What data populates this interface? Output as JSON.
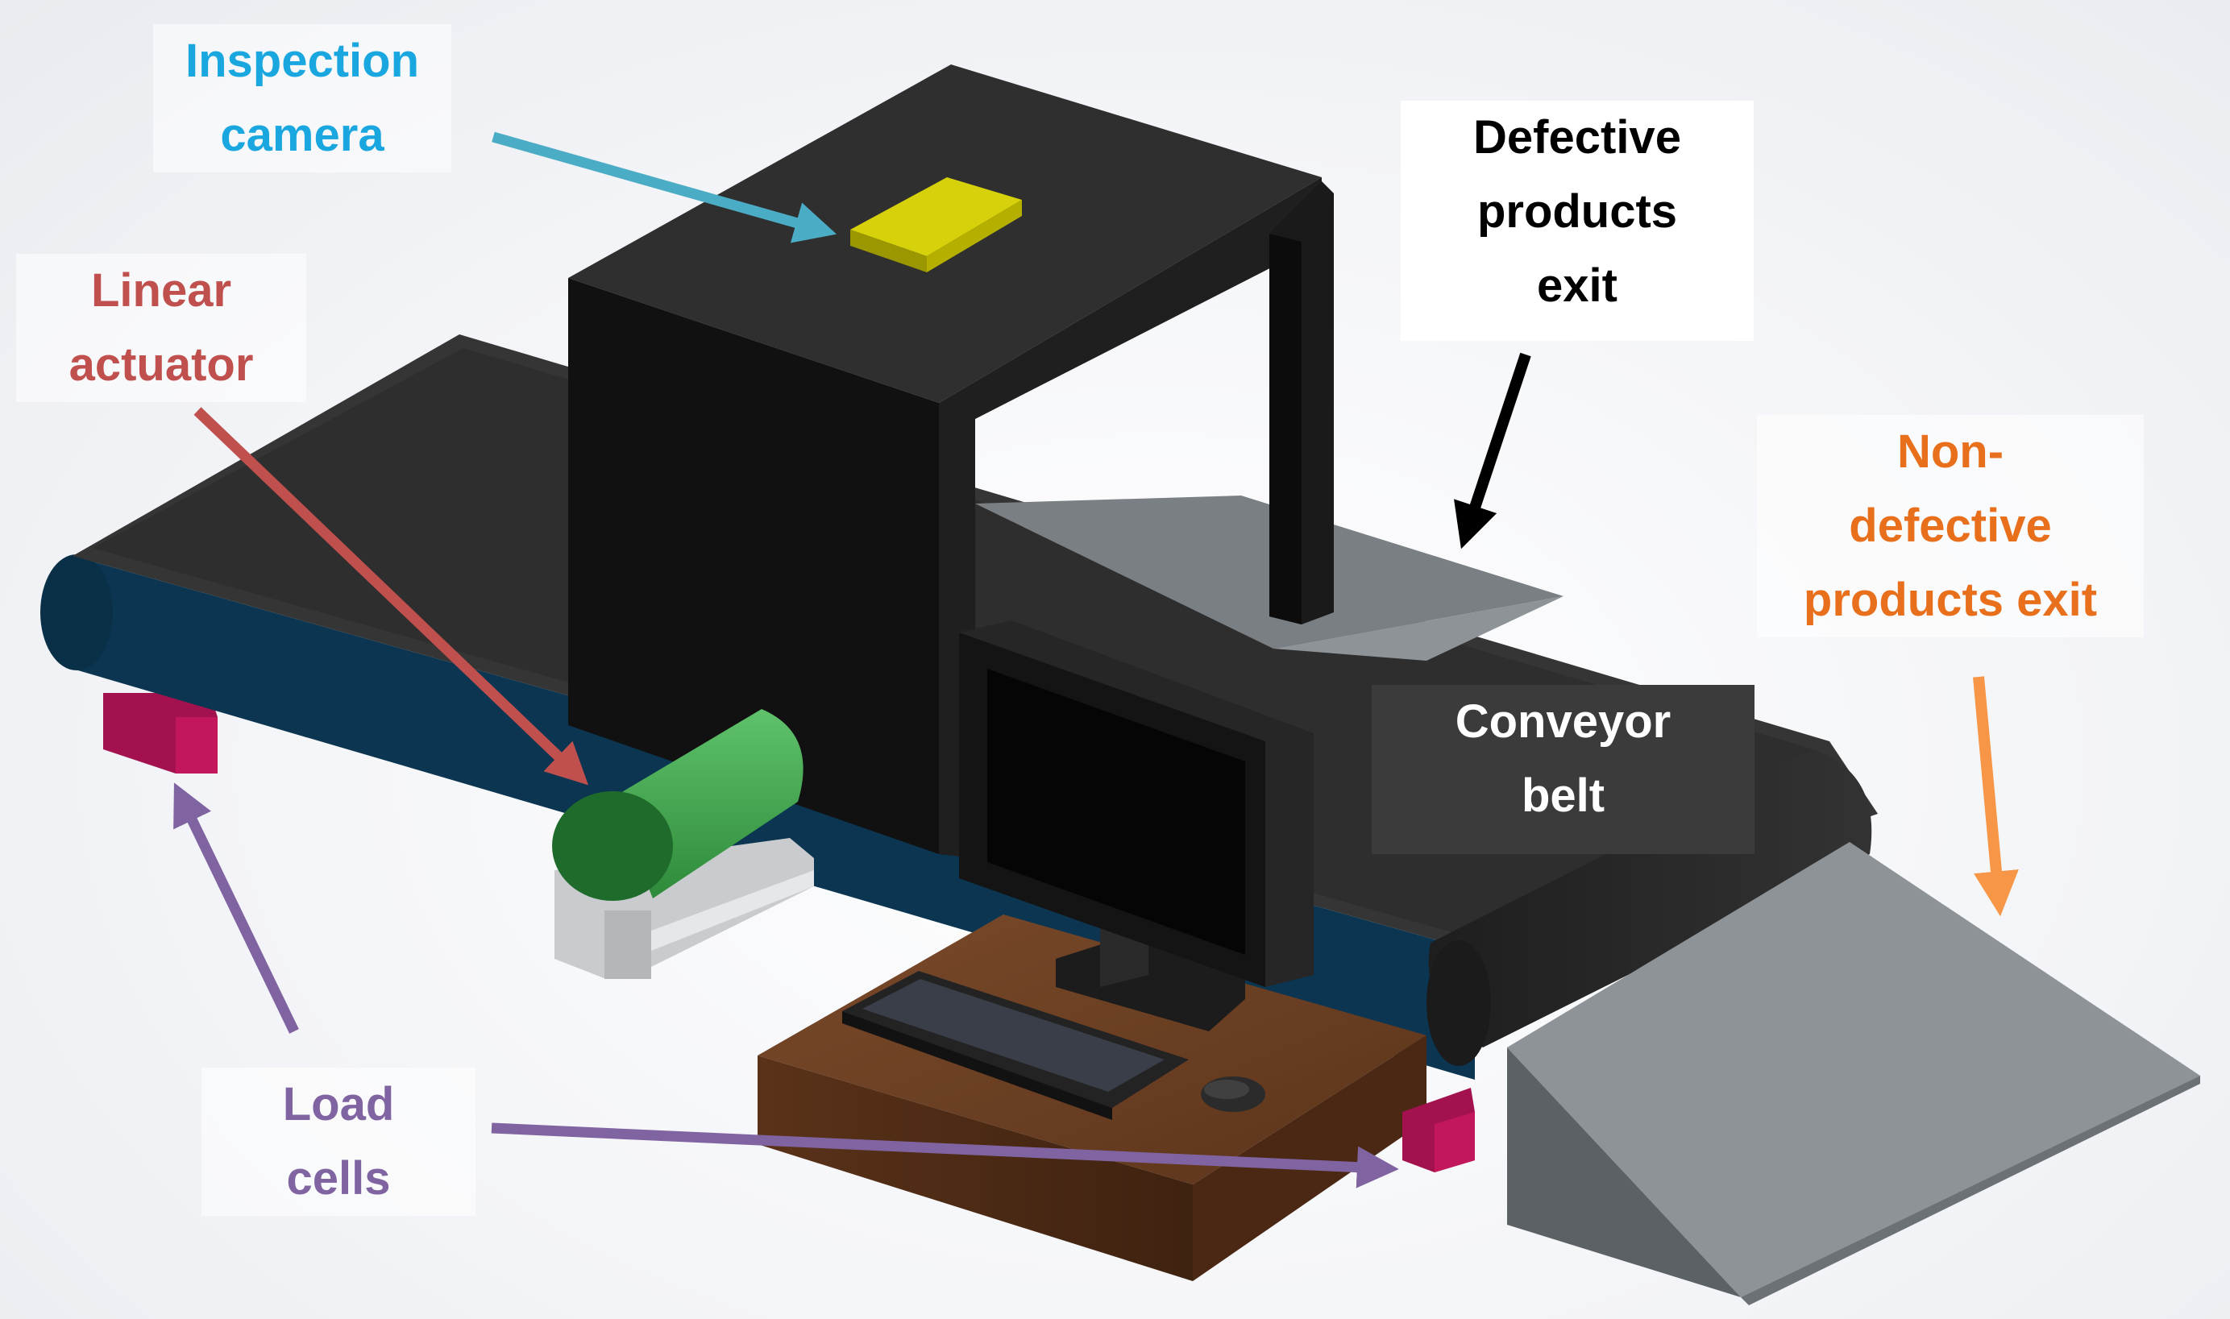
{
  "labels": {
    "inspection_camera": "Inspection\ncamera",
    "linear_actuator": "Linear\nactuator",
    "defective_exit": "Defective\nproducts\nexit",
    "non_defective_exit": "Non-\ndefective\nproducts exit",
    "conveyor_belt": "Conveyor\nbelt",
    "load_cells": "Load\ncells"
  },
  "colors": {
    "inspection_camera": "#1aa7e0",
    "linear_actuator": "#c0504d",
    "defective_exit": "#000000",
    "non_defective_exit": "#e86f1c",
    "conveyor_belt": "#ffffff",
    "load_cells": "#8064a2",
    "camera_arrow": "#4bacc6",
    "actuator_arrow": "#c0504d",
    "defective_arrow": "#000000",
    "non_defective_arrow": "#f79646",
    "load_cell_arrow": "#8064a2"
  }
}
